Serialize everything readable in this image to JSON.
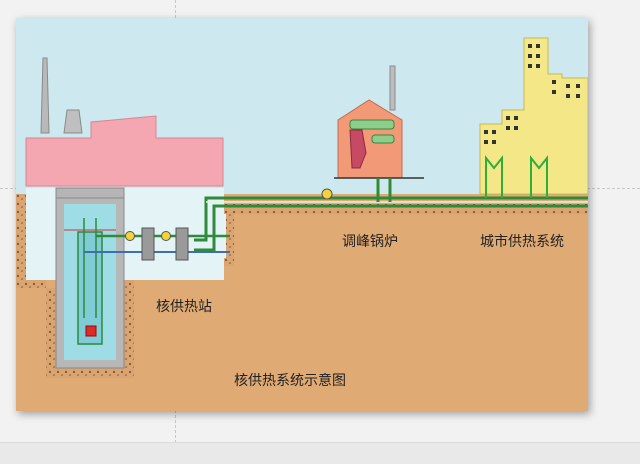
{
  "labels": {
    "nuclear_station": "核供热站",
    "peak_boiler": "调峰锅炉",
    "city_heating": "城市供热系统",
    "diagram_title": "核供热系统示意图"
  },
  "colors": {
    "sky": "#cde9ef",
    "ground": "#e0aa74",
    "building_pink": "#f4a7b0",
    "city_yellow": "#f3e787",
    "pipe_green": "#2f8a3a",
    "pool_water": "#9fdde6"
  },
  "icons": [
    "chimney-icon",
    "valve-icon",
    "heat-exchanger-icon",
    "reactor-core-icon"
  ]
}
